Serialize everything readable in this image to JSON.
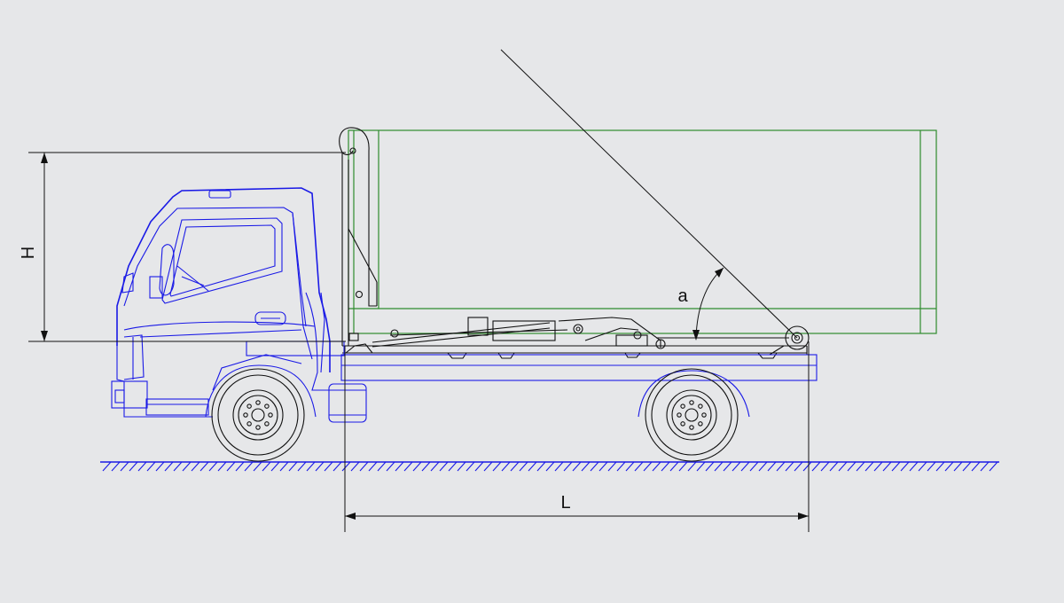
{
  "diagram": {
    "labels": {
      "height": "H",
      "length": "L",
      "angle": "a"
    },
    "colors": {
      "background": "#e6e7e9",
      "truck_outline": "#1a1ae6",
      "container_outline": "#2e8b2e",
      "mechanism_and_dimensions": "#111111"
    }
  }
}
